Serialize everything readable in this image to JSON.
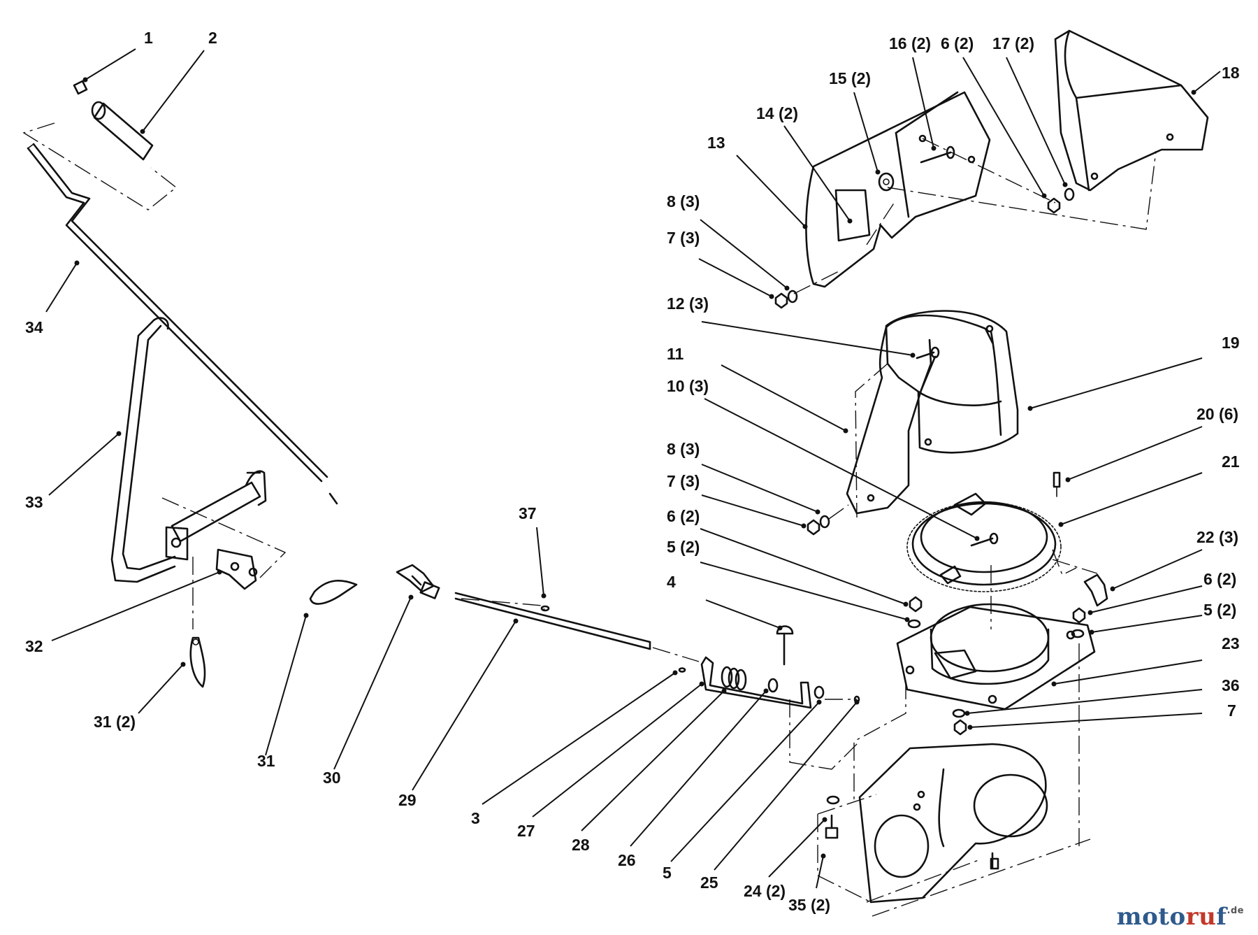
{
  "watermark": {
    "part1": "moto",
    "part2": "ru",
    "part3": "f",
    "tld": ".de"
  },
  "callouts": [
    {
      "id": "c-1",
      "text": "1"
    },
    {
      "id": "c-2",
      "text": "2"
    },
    {
      "id": "c-34",
      "text": "34"
    },
    {
      "id": "c-33",
      "text": "33"
    },
    {
      "id": "c-32",
      "text": "32"
    },
    {
      "id": "c-31b",
      "text": "31 (2)"
    },
    {
      "id": "c-31",
      "text": "31"
    },
    {
      "id": "c-30",
      "text": "30"
    },
    {
      "id": "c-29",
      "text": "29"
    },
    {
      "id": "c-37",
      "text": "37"
    },
    {
      "id": "c-3",
      "text": "3"
    },
    {
      "id": "c-27",
      "text": "27"
    },
    {
      "id": "c-28",
      "text": "28"
    },
    {
      "id": "c-26",
      "text": "26"
    },
    {
      "id": "c-5",
      "text": "5"
    },
    {
      "id": "c-25",
      "text": "25"
    },
    {
      "id": "c-24",
      "text": "24 (2)"
    },
    {
      "id": "c-35",
      "text": "35 (2)"
    },
    {
      "id": "c-4",
      "text": "4"
    },
    {
      "id": "c-5l",
      "text": "5 (2)"
    },
    {
      "id": "c-6l",
      "text": "6 (2)"
    },
    {
      "id": "c-7l",
      "text": "7 (3)"
    },
    {
      "id": "c-8l",
      "text": "8 (3)"
    },
    {
      "id": "c-10",
      "text": "10 (3)"
    },
    {
      "id": "c-11",
      "text": "11"
    },
    {
      "id": "c-12",
      "text": "12 (3)"
    },
    {
      "id": "c-7u",
      "text": "7 (3)"
    },
    {
      "id": "c-8u",
      "text": "8 (3)"
    },
    {
      "id": "c-13",
      "text": "13"
    },
    {
      "id": "c-14",
      "text": "14 (2)"
    },
    {
      "id": "c-15",
      "text": "15 (2)"
    },
    {
      "id": "c-16",
      "text": "16 (2)"
    },
    {
      "id": "c-6t",
      "text": "6 (2)"
    },
    {
      "id": "c-17",
      "text": "17 (2)"
    },
    {
      "id": "c-18",
      "text": "18"
    },
    {
      "id": "c-19",
      "text": "19"
    },
    {
      "id": "c-20",
      "text": "20 (6)"
    },
    {
      "id": "c-21",
      "text": "21"
    },
    {
      "id": "c-22",
      "text": "22 (3)"
    },
    {
      "id": "c-6r",
      "text": "6 (2)"
    },
    {
      "id": "c-5r",
      "text": "5 (2)"
    },
    {
      "id": "c-23",
      "text": "23"
    },
    {
      "id": "c-36",
      "text": "36"
    },
    {
      "id": "c-7r",
      "text": "7"
    }
  ]
}
